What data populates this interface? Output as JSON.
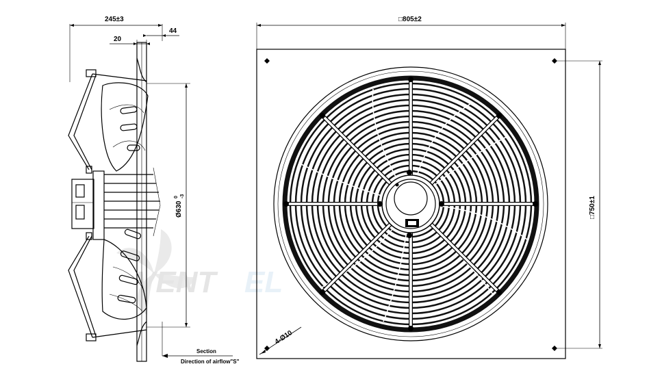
{
  "side_view": {
    "dim_total_depth": "245±3",
    "dim_flange_offset": "20",
    "dim_guard_depth": "44",
    "dim_diameter_main": "Ø630",
    "dim_diameter_sup": "0",
    "dim_diameter_sub": "-3"
  },
  "front_view": {
    "dim_plate_size": "□805±2",
    "dim_hole_spacing": "□750±1",
    "dim_holes": "4-Ø10"
  },
  "airflow": {
    "section_label": "Section",
    "direction_label": "Direction of airflow\"S\""
  },
  "watermark": {
    "text_dark": "VENT",
    "text_light": "EL"
  }
}
